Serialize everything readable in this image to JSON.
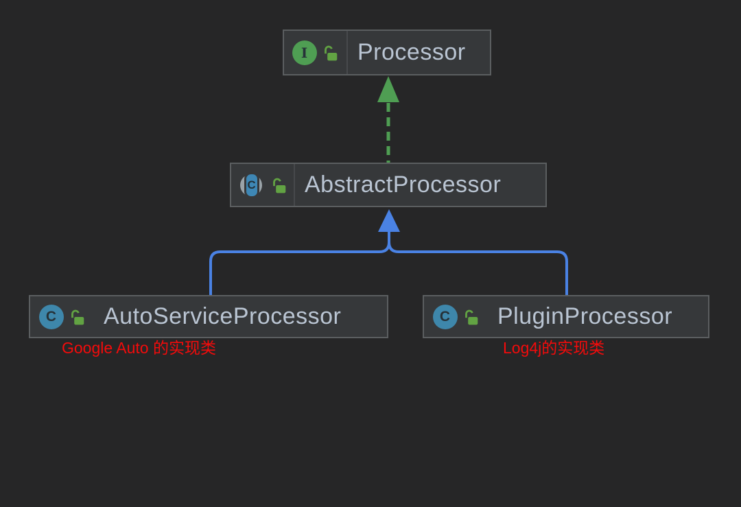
{
  "diagram": {
    "nodes": [
      {
        "id": "processor",
        "label": "Processor",
        "kind": "interface",
        "icon": "interface-icon",
        "lock": "lock-open-icon"
      },
      {
        "id": "abstract_processor",
        "label": "AbstractProcessor",
        "kind": "abstract-class",
        "icon": "abstract-class-icon",
        "lock": "lock-open-icon"
      },
      {
        "id": "auto_service_processor",
        "label": "AutoServiceProcessor",
        "kind": "class",
        "icon": "class-icon",
        "lock": "lock-open-icon"
      },
      {
        "id": "plugin_processor",
        "label": "PluginProcessor",
        "kind": "class",
        "icon": "class-icon",
        "lock": "lock-open-icon"
      }
    ],
    "edges": [
      {
        "from": "AbstractProcessor",
        "to": "Processor",
        "type": "implements",
        "style": "dashed",
        "color": "#4f9e53"
      },
      {
        "from": "AutoServiceProcessor",
        "to": "AbstractProcessor",
        "type": "extends",
        "style": "solid",
        "color": "#4a82e4"
      },
      {
        "from": "PluginProcessor",
        "to": "AbstractProcessor",
        "type": "extends",
        "style": "solid",
        "color": "#4a82e4"
      }
    ],
    "annotations": [
      {
        "text": "Google Auto 的实现类",
        "target": "AutoServiceProcessor",
        "color": "#f40b0b"
      },
      {
        "text": "Log4j的实现类",
        "target": "PluginProcessor",
        "color": "#f40b0b"
      }
    ],
    "icons": {
      "interface_letter": "I",
      "class_letter": "C",
      "abstract_letter": "C"
    },
    "colors": {
      "background": "#262627",
      "node_fill": "#36383a",
      "node_border": "#5b5e60",
      "label_text": "#bac5d3",
      "interface_green": "#4f9e53",
      "lock_green": "#62a343",
      "class_teal": "#3e87ab",
      "abstract_blue": "#3e87b5",
      "implements_edge": "#4f9e53",
      "extends_edge": "#4a82e4",
      "annotation_red": "#f40b0b"
    }
  }
}
